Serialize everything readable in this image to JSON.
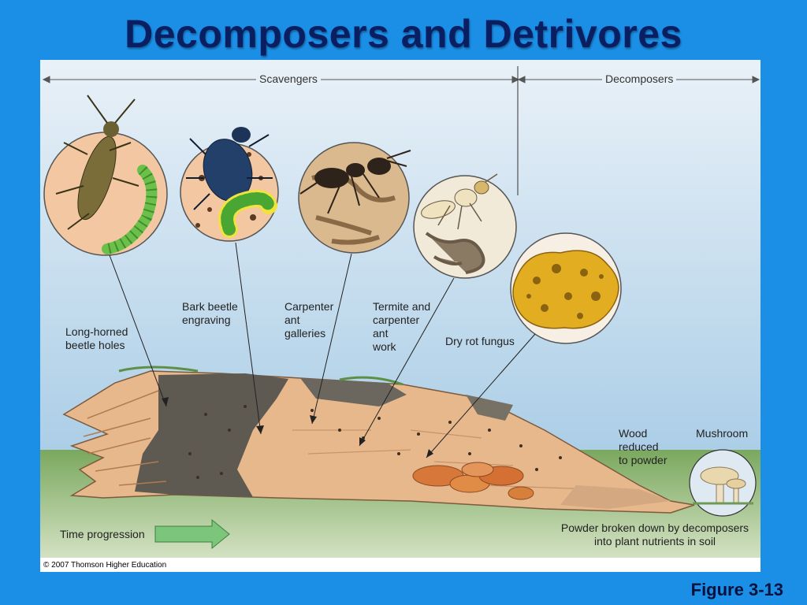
{
  "title": "Decomposers and Detrivores",
  "figure_label": "Figure 3-13",
  "copyright": "© 2007 Thomson Higher Education",
  "headers": {
    "scavengers": "Scavengers",
    "decomposers": "Decomposers"
  },
  "labels": {
    "long_horned": "Long-horned\nbeetle holes",
    "bark_beetle": "Bark beetle\nengraving",
    "carpenter_ant": "Carpenter\nant\ngalleries",
    "termite": "Termite and\ncarpenter\nant\nwork",
    "dry_rot": "Dry rot fungus",
    "wood_powder": "Wood\nreduced\nto powder",
    "mushroom": "Mushroom",
    "time_progression": "Time progression",
    "powder_nutrients": "Powder broken down by decomposers\ninto plant nutrients in soil"
  },
  "colors": {
    "background": "#1b8fe6",
    "title": "#0a1e62",
    "sky_top": "#cfe3f1",
    "grass": "#74a55c",
    "wood": "#e7b78b",
    "bark": "#5f5a52",
    "fungus": "#e2ad21",
    "arrow": "#7bc67a"
  }
}
